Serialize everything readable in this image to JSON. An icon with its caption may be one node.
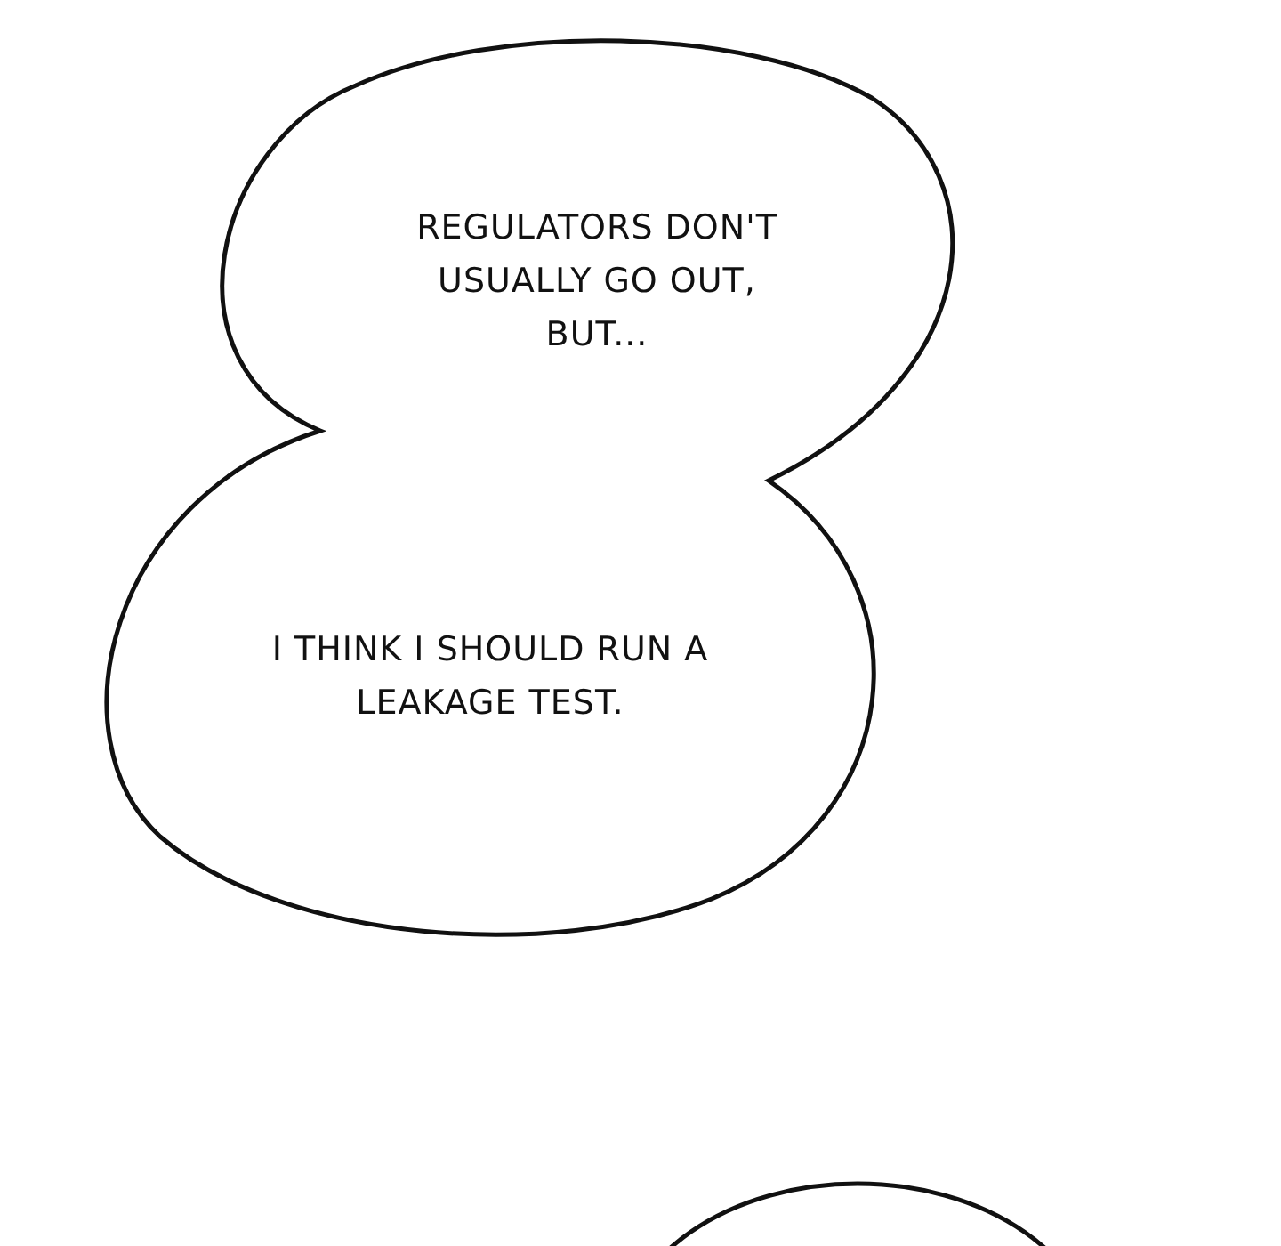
{
  "diagram": {
    "nodes": [
      {
        "text": [
          "REGULATORS DON'T USUALLY GO OUT, BUT..."
        ]
      },
      {
        "text": [
          "I THINK I SHOULD RUN A LEAKAGE TEST."
        ]
      },
      {
        "text": [],
        "shape": "ellipse"
      }
    ]
  }
}
